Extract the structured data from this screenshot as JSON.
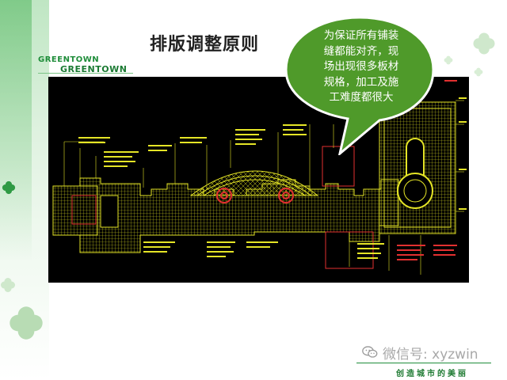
{
  "slide": {
    "title": "排版调整原则",
    "brand_line1": "GREENTOWN",
    "brand_line2": "GREENTOWN",
    "callout_lines": [
      "为保证所有铺装",
      "缝都能对齐，现",
      "场出现很多板材",
      "规格，加工及施",
      "工难度都很大"
    ],
    "slogan": "创造城市的美丽",
    "watermark": "微信号: xyzwin"
  },
  "colors": {
    "accent_green": "#1e8c3a",
    "bubble_fill": "#4f9a2a",
    "cad_line": "#e5e526",
    "cad_red": "#e23030",
    "cad_bg": "#000000"
  },
  "icons": {
    "bubble": "speech-bubble-icon",
    "clover": "clover-icon",
    "watermark": "wechat-icon"
  }
}
